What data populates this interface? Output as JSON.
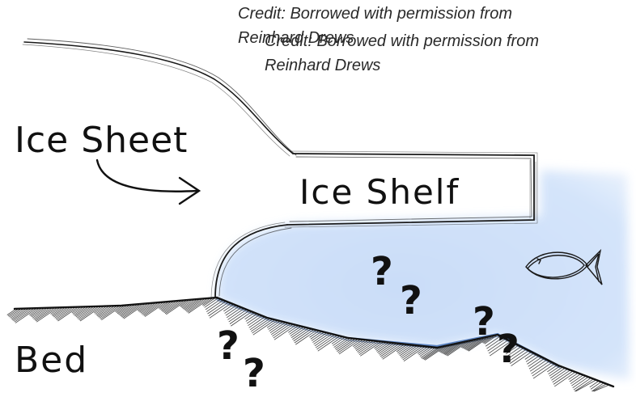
{
  "labels": {
    "ice_sheet": "Ice Sheet",
    "ice_shelf": "Ice Shelf",
    "bed": "Bed",
    "question": "?"
  },
  "credits": [
    {
      "line1": "Credit: Borrowed with permission from",
      "line2": "Reinhard Drews"
    },
    {
      "line1": "Credit: Borrowed with permission from",
      "line2": "Reinhard Drews"
    }
  ],
  "colors": {
    "ink": "#1a1a1a",
    "ocean": "#c9dcf7",
    "ocean_edge": "#5e86c4",
    "bed_hatch": "#222222"
  },
  "icons": [
    "flow-arrow-icon",
    "fish-icon"
  ]
}
